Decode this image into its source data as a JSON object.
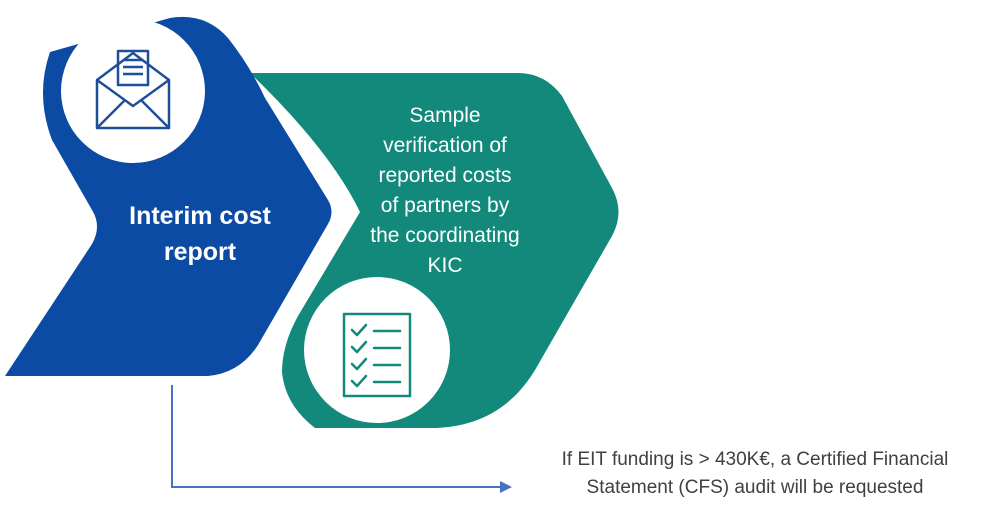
{
  "steps": [
    {
      "label_lines": [
        "Interim cost",
        "report"
      ],
      "color": "#0B4BA3",
      "icon": "envelope-letter-icon"
    },
    {
      "label_lines": [
        "Sample",
        "verification of",
        "reported costs",
        "of partners by",
        "the coordinating",
        "KIC"
      ],
      "color": "#12897A",
      "icon": "checklist-icon"
    }
  ],
  "note": {
    "lines": [
      "If EIT funding is > 430K€,  a Certified Financial",
      "Statement (CFS) audit will be requested"
    ]
  },
  "colors": {
    "arrow": "#4472C4",
    "icon_stroke_blue": "#1F4E9B",
    "icon_stroke_green": "#12897A",
    "circle_fill": "#ffffff"
  }
}
